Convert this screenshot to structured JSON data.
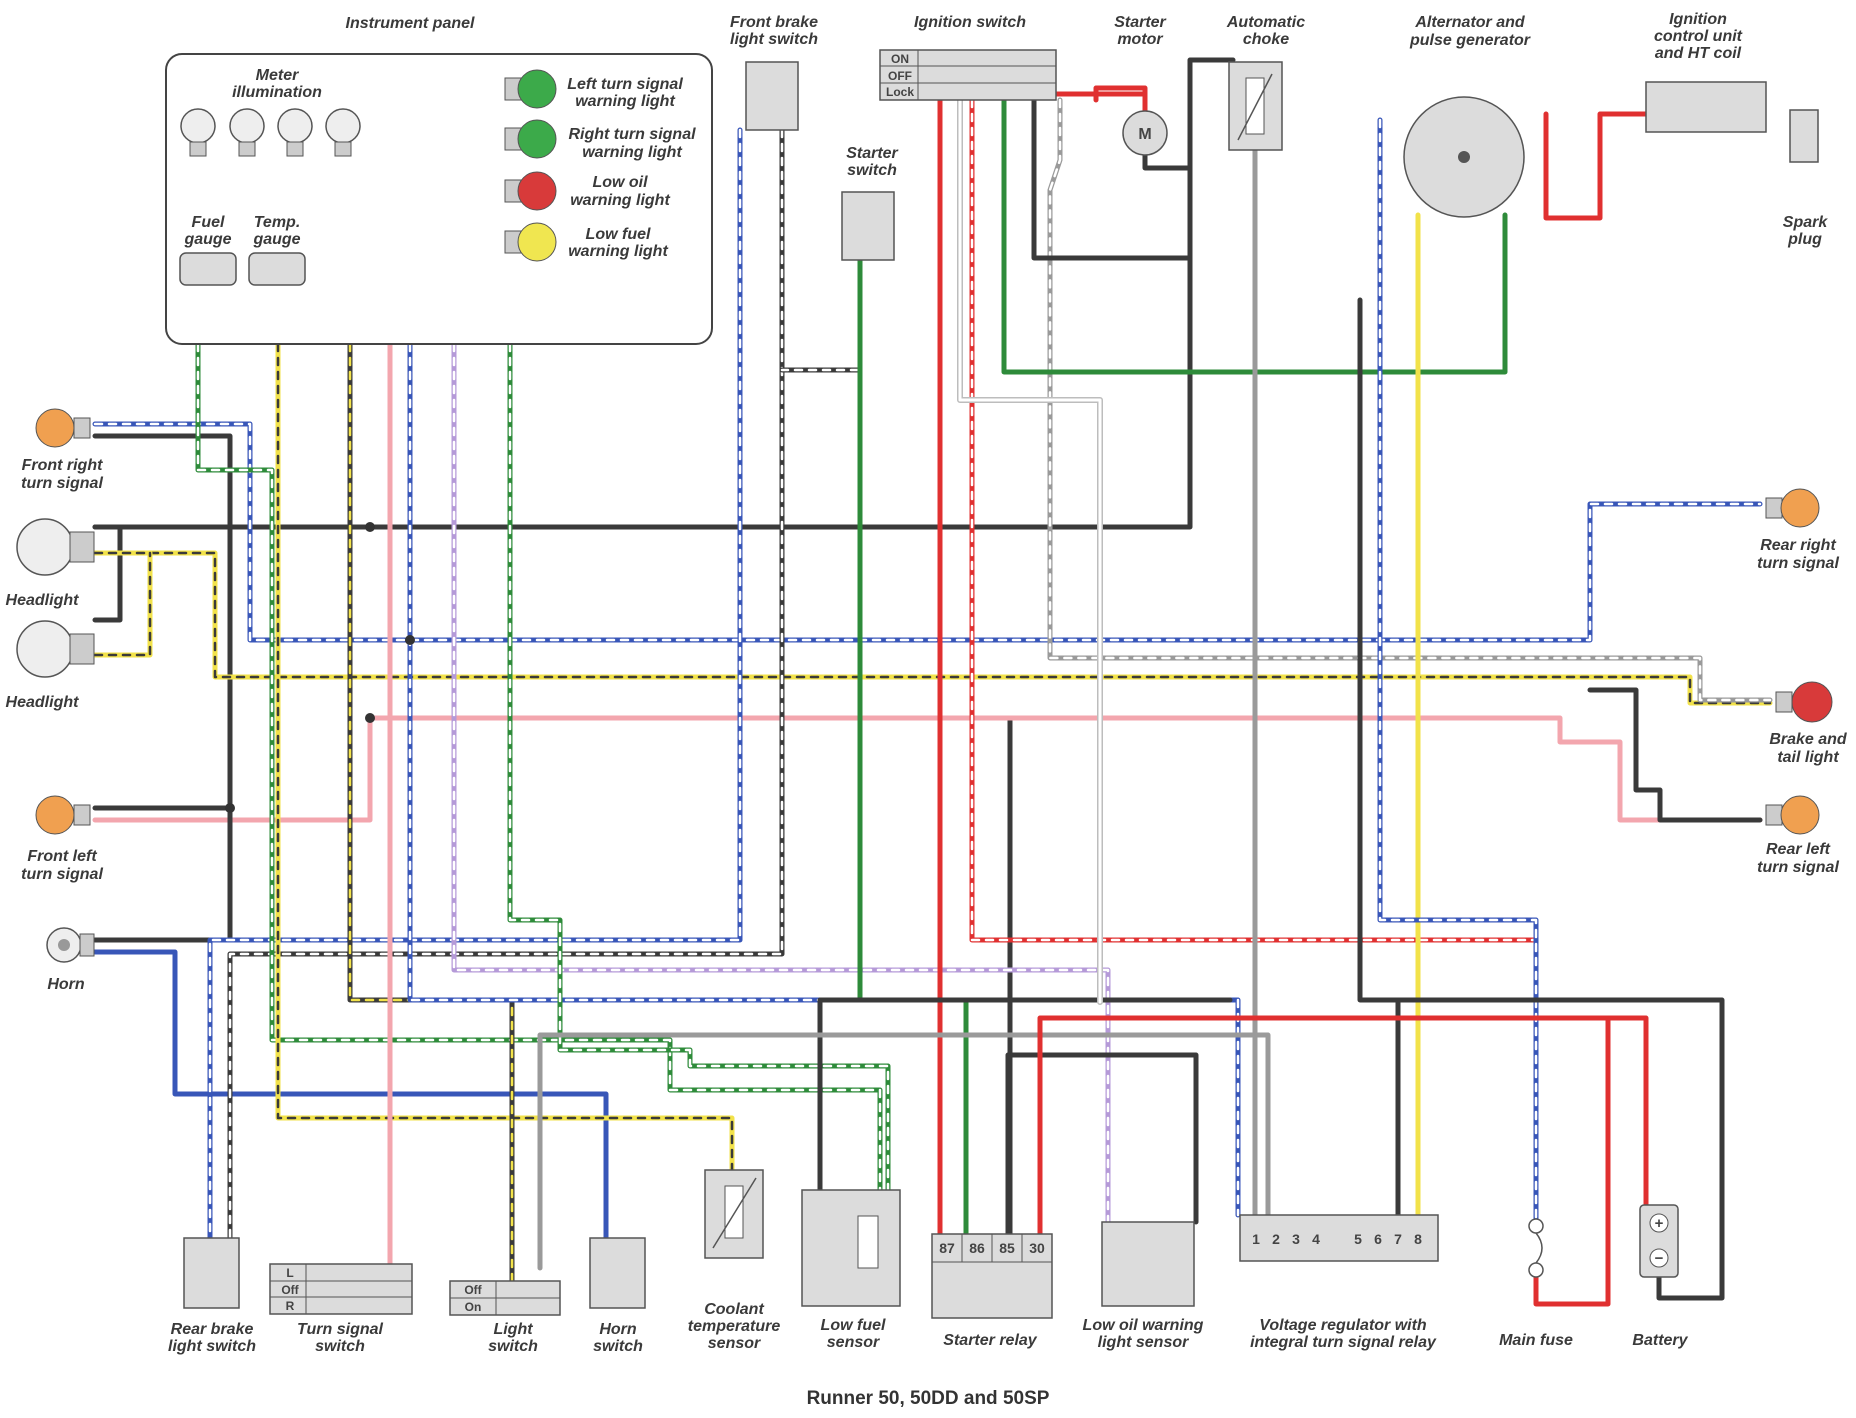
{
  "colors": {
    "black": "#3a3a3a",
    "red": "#e03030",
    "green": "#2e8b3a",
    "blue": "#3856b8",
    "yellow": "#f2e24a",
    "pink": "#f3a6ae",
    "grey": "#9a9a9a",
    "violet": "#b59ad8",
    "white": "#ffffff",
    "orange_bulb": "#f0a050",
    "green_bulb": "#3caa4a",
    "red_bulb": "#d83a3a",
    "yellow_bulb": "#f0e650"
  },
  "labels": {
    "instrument_panel": "Instrument panel",
    "meter_illumination": [
      "Meter",
      "illumination"
    ],
    "fuel_gauge": [
      "Fuel",
      "gauge"
    ],
    "temp_gauge": [
      "Temp.",
      "gauge"
    ],
    "left_turn_warning": [
      "Left turn signal",
      "warning light"
    ],
    "right_turn_warning": [
      "Right turn signal",
      "warning light"
    ],
    "low_oil_warning": [
      "Low oil",
      "warning light"
    ],
    "low_fuel_warning": [
      "Low fuel",
      "warning light"
    ],
    "front_brake_switch": [
      "Front brake",
      "light switch"
    ],
    "ignition_switch": "Ignition switch",
    "starter_motor": [
      "Starter",
      "motor"
    ],
    "automatic_choke": [
      "Automatic",
      "choke"
    ],
    "alternator": [
      "Alternator and",
      "pulse generator"
    ],
    "ignition_control": [
      "Ignition",
      "control unit",
      "and HT coil"
    ],
    "starter_switch": [
      "Starter",
      "switch"
    ],
    "spark_plug": [
      "Spark",
      "plug"
    ],
    "front_right_turn": [
      "Front right",
      "turn signal"
    ],
    "headlight_1": "Headlight",
    "headlight_2": "Headlight",
    "front_left_turn": [
      "Front left",
      "turn signal"
    ],
    "horn": "Horn",
    "rear_right_turn": [
      "Rear right",
      "turn signal"
    ],
    "brake_tail_light": [
      "Brake and",
      "tail light"
    ],
    "rear_left_turn": [
      "Rear left",
      "turn signal"
    ],
    "rear_brake_switch": [
      "Rear brake",
      "light switch"
    ],
    "turn_signal_switch": [
      "Turn signal",
      "switch"
    ],
    "light_switch": [
      "Light",
      "switch"
    ],
    "horn_switch": [
      "Horn",
      "switch"
    ],
    "coolant_sensor": [
      "Coolant",
      "temperature",
      "sensor"
    ],
    "low_fuel_sensor": [
      "Low fuel",
      "sensor"
    ],
    "starter_relay": "Starter relay",
    "low_oil_sensor": [
      "Low oil warning",
      "light sensor"
    ],
    "voltage_regulator": [
      "Voltage regulator with",
      "integral turn signal relay"
    ],
    "main_fuse": "Main fuse",
    "battery": "Battery"
  },
  "ignition_positions": [
    "ON",
    "OFF",
    "Lock"
  ],
  "turn_switch_positions": [
    "L",
    "Off",
    "R"
  ],
  "light_switch_positions": [
    "Off",
    "On"
  ],
  "relay_terminals": [
    "87",
    "86",
    "85",
    "30"
  ],
  "regulator_terminals": [
    "1",
    "2",
    "3",
    "4",
    "5",
    "6",
    "7",
    "8"
  ],
  "motor_symbol": "M",
  "battery_plus": "+",
  "battery_minus": "−",
  "caption": "Runner 50, 50DD and 50SP"
}
